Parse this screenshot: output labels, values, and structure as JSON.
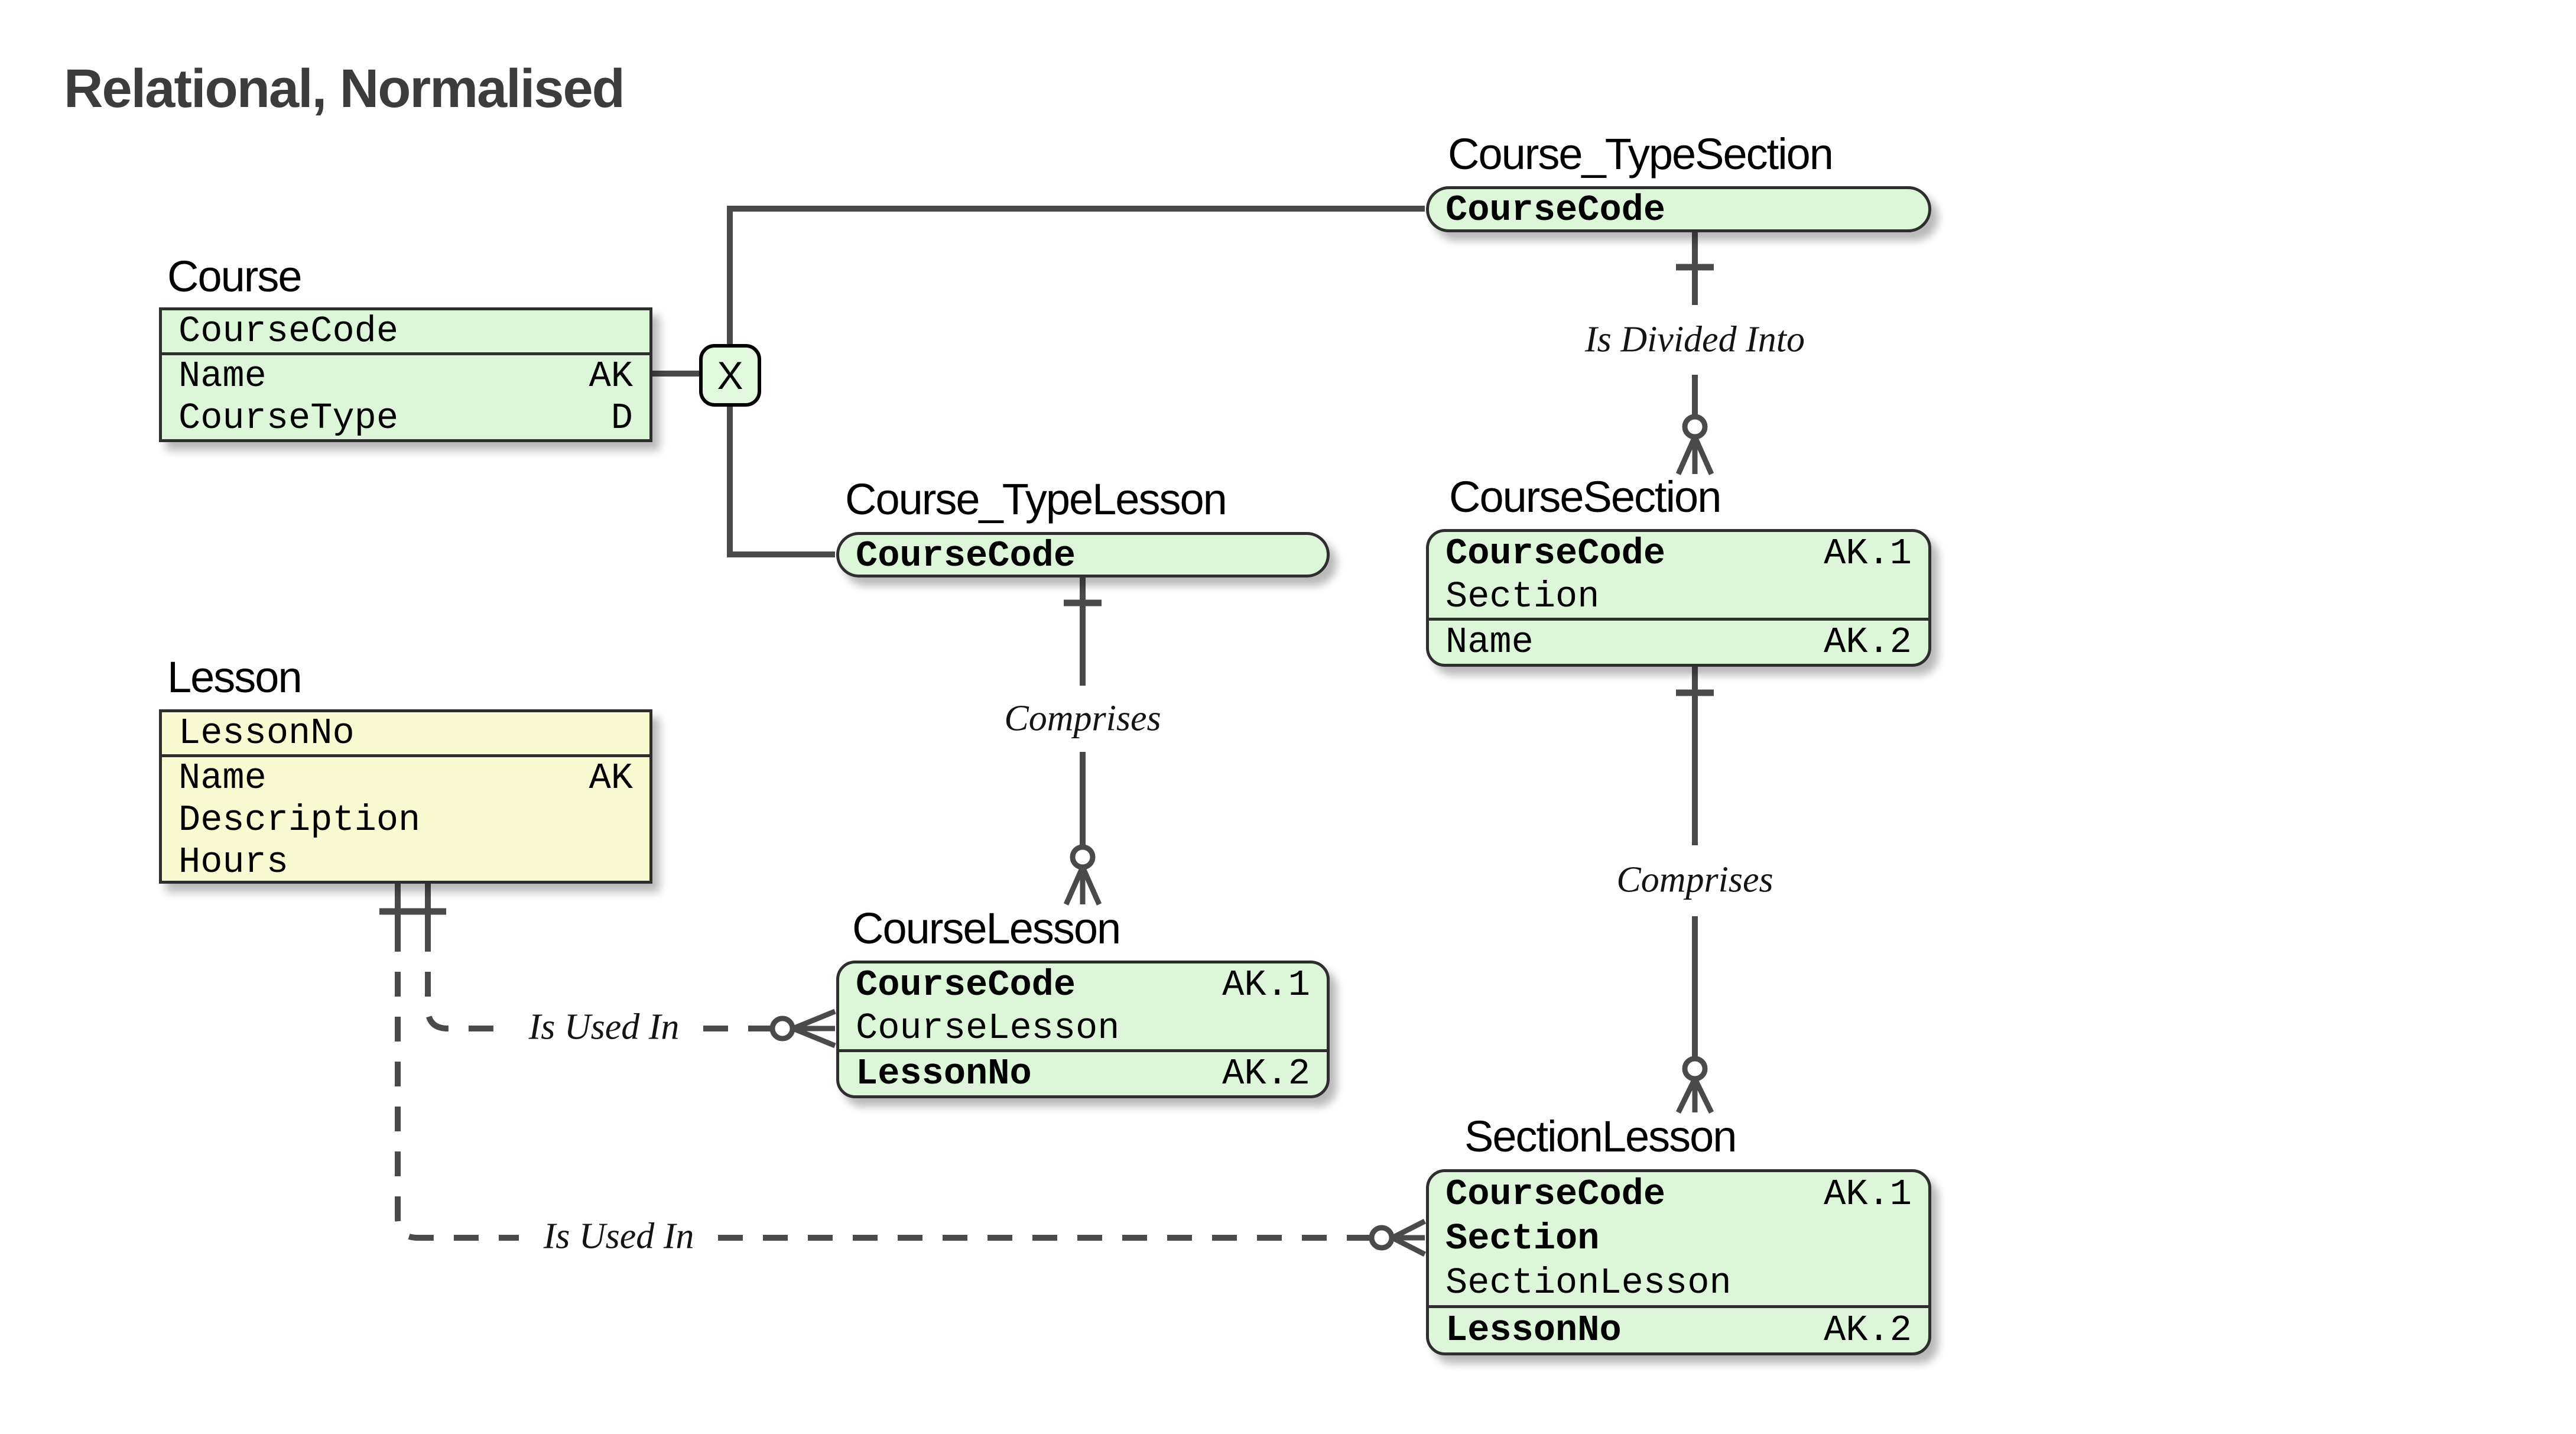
{
  "title": "Relational, Normalised",
  "operator": {
    "label": "X"
  },
  "colors": {
    "entity_fill_green": "#ddf6da",
    "entity_fill_yellow": "#fafad2",
    "border": "#2e2e2e",
    "line": "#4a4a4a",
    "title_text": "#3c3c3c"
  },
  "entities": {
    "course": {
      "title": "Course",
      "pk": [
        {
          "name": "CourseCode",
          "tag": ""
        }
      ],
      "attrs": [
        {
          "name": "Name",
          "tag": "AK"
        },
        {
          "name": "CourseType",
          "tag": "D"
        }
      ]
    },
    "lesson": {
      "title": "Lesson",
      "pk": [
        {
          "name": "LessonNo",
          "tag": ""
        }
      ],
      "attrs": [
        {
          "name": "Name",
          "tag": "AK"
        },
        {
          "name": "Description",
          "tag": ""
        },
        {
          "name": "Hours",
          "tag": ""
        }
      ]
    },
    "course_type_section": {
      "title": "Course_TypeSection",
      "pk": [
        {
          "name": "CourseCode",
          "tag": ""
        }
      ],
      "attrs": []
    },
    "course_type_lesson": {
      "title": "Course_TypeLesson",
      "pk": [
        {
          "name": "CourseCode",
          "tag": ""
        }
      ],
      "attrs": []
    },
    "course_section": {
      "title": "CourseSection",
      "pk": [
        {
          "name": "CourseCode",
          "tag": "AK.1"
        },
        {
          "name": "Section",
          "tag": ""
        }
      ],
      "attrs": [
        {
          "name": "Name",
          "tag": "AK.2"
        }
      ]
    },
    "course_lesson": {
      "title": "CourseLesson",
      "pk": [
        {
          "name": "CourseCode",
          "tag": "AK.1"
        },
        {
          "name": "CourseLesson",
          "tag": ""
        }
      ],
      "attrs": [
        {
          "name": "LessonNo",
          "tag": "AK.2"
        }
      ]
    },
    "section_lesson": {
      "title": "SectionLesson",
      "pk": [
        {
          "name": "CourseCode",
          "tag": "AK.1"
        },
        {
          "name": "Section",
          "tag": ""
        },
        {
          "name": "SectionLesson",
          "tag": ""
        }
      ],
      "attrs": [
        {
          "name": "LessonNo",
          "tag": "AK.2"
        }
      ]
    }
  },
  "relationships": [
    {
      "label": "Is Divided Into"
    },
    {
      "label": "Comprises"
    },
    {
      "label": "Comprises"
    },
    {
      "label": "Is Used In"
    },
    {
      "label": "Is Used In"
    }
  ]
}
